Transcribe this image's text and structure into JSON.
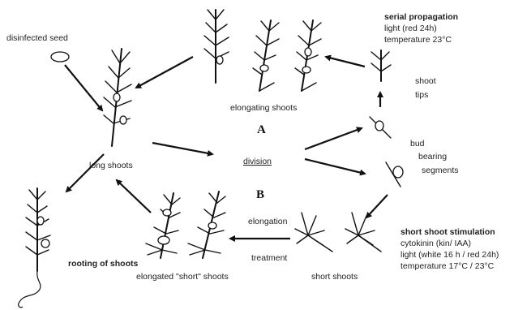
{
  "labels": {
    "disinfected_seed": "disinfected seed",
    "elongating_shoots": "elongating shoots",
    "serial_propagation_title": "serial propagation",
    "serial_light": "light (red 24h)",
    "serial_temperature": "temperature 23°C",
    "shoot": "shoot",
    "tips": "tips",
    "bud": "bud",
    "bearing": "bearing",
    "segments": "segments",
    "label_a": "A",
    "label_b": "B",
    "division": "division",
    "long_shoots": "long shoots",
    "rooting_of_shoots": "rooting of shoots",
    "elongation": "elongation",
    "treatment": "treatment",
    "elongated_short_shoots": "elongated \"short\" shoots",
    "short_shoots": "short shoots",
    "short_shoot_stimulation_title": "short shoot stimulation",
    "stim_cytokinin": "cytokinin (kin/ IAA)",
    "stim_light": "light (white 16 h / red 24h)",
    "stim_temperature": "temperature 17°C / 23°C"
  }
}
